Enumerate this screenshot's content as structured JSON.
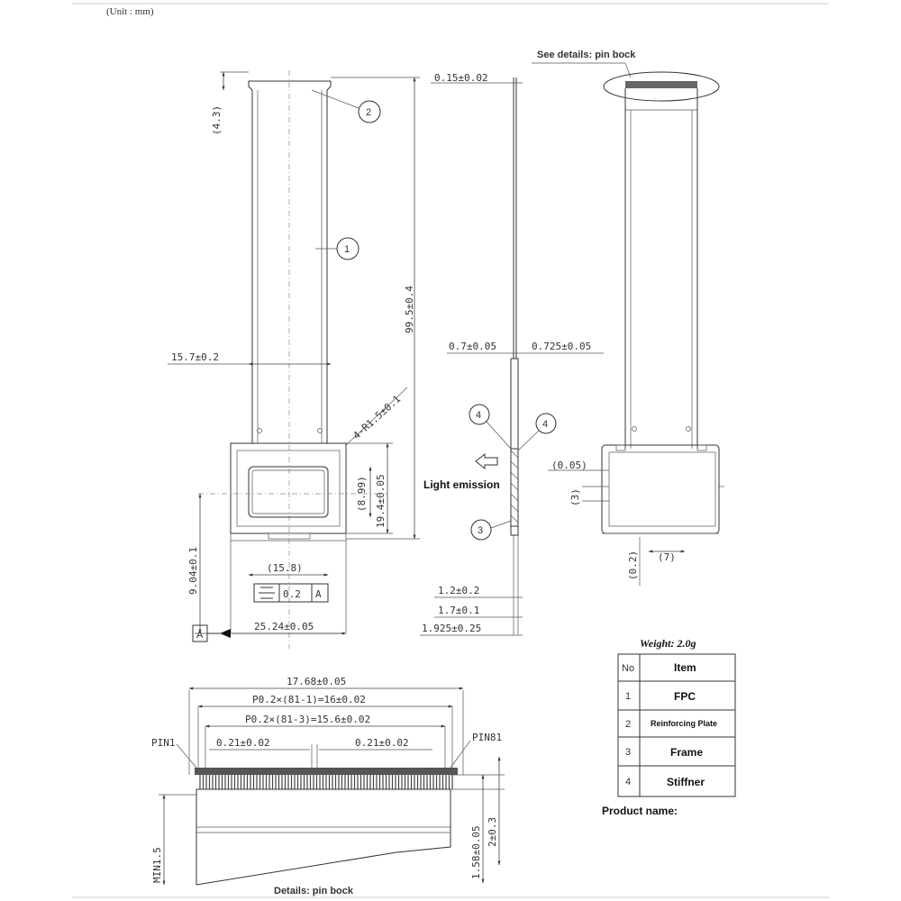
{
  "header": {
    "unit": "(Unit : mm)"
  },
  "front_view": {
    "dim_top_offset": "(4.3)",
    "dim_length": "99.5±0.4",
    "dim_fpc_width": "15.7±0.2",
    "dim_radius": "4-R1.5±0.1",
    "dim_window_h": "(8.99)",
    "dim_frame_h": "19.4±0.05",
    "dim_window_w": "(15.8)",
    "dim_offset": "9.04±0.1",
    "flatness_symbol": "⏥",
    "flatness_value": "0.2",
    "flatness_datum": "A",
    "dim_frame_w": "25.24±0.05",
    "datum_label": "A",
    "balloon_1": "1",
    "balloon_2": "2"
  },
  "side_view": {
    "dim_fpc_thick": "0.15±0.02",
    "dim_left": "0.7±0.05",
    "dim_right": "0.725±0.05",
    "balloon_3": "3",
    "balloon_4a": "4",
    "balloon_4b": "4",
    "light_label": "Light emission",
    "dim_a": "1.2±0.2",
    "dim_b": "1.7±0.1",
    "dim_c": "1.925±0.25"
  },
  "back_view": {
    "see_details": "See details: pin bock",
    "dim_005": "(0.05)",
    "dim_3": "(3)",
    "dim_02": "(0.2)",
    "dim_7": "(7)"
  },
  "pin_detail": {
    "dim_total": "17.68±0.05",
    "dim_pitch_total": "P0.2×(81-1)=16±0.02",
    "dim_pitch_inner": "P0.2×(81-3)=15.6±0.02",
    "dim_pad_left": "0.21±0.02",
    "dim_pad_right": "0.21±0.02",
    "pin_first": "PIN1",
    "pin_last": "PIN81",
    "dim_h1": "1.58±0.05",
    "dim_h2": "2±0.3",
    "dim_min": "MIN1.5",
    "caption": "Details: pin bock"
  },
  "weight": "Weight: 2.0g",
  "parts_table": {
    "header": [
      "No",
      "Item"
    ],
    "rows": [
      {
        "no": "1",
        "item": "FPC"
      },
      {
        "no": "2",
        "item": "Reinforcing Plate"
      },
      {
        "no": "3",
        "item": "Frame"
      },
      {
        "no": "4",
        "item": "Stiffner"
      }
    ]
  },
  "product_name": "Product name:"
}
